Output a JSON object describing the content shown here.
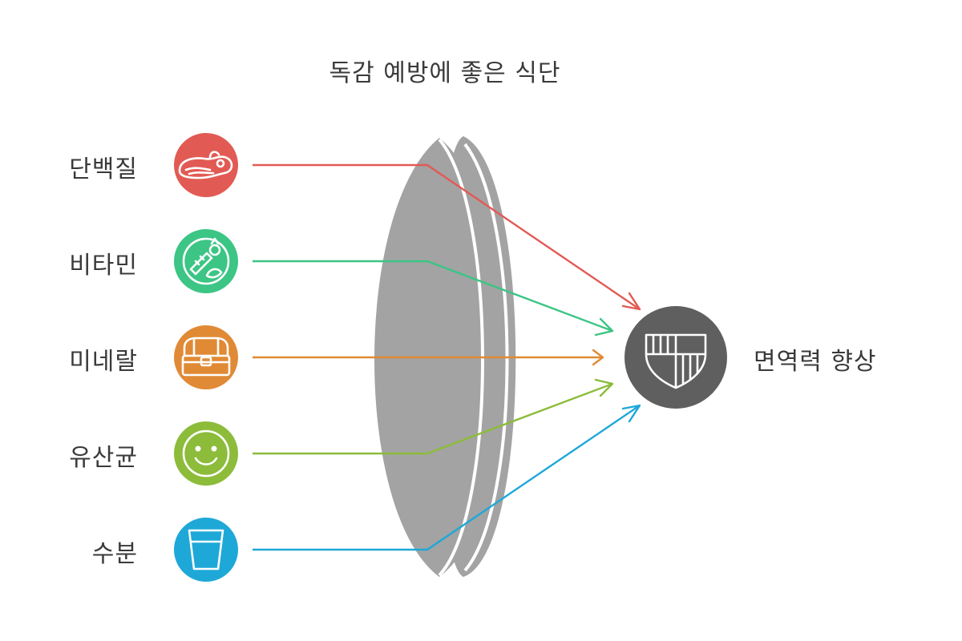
{
  "title": "독감 예방에 좋은 식단",
  "inputs": [
    {
      "label": "단백질",
      "color": "#e25a54",
      "icon": "steak-icon"
    },
    {
      "label": "비타민",
      "color": "#3cc585",
      "icon": "vegetables-icon"
    },
    {
      "label": "미네랄",
      "color": "#e08a35",
      "icon": "treasure-chest-icon"
    },
    {
      "label": "유산균",
      "color": "#8cbc3a",
      "icon": "smiley-icon"
    },
    {
      "label": "수분",
      "color": "#1ea8d8",
      "icon": "water-glass-icon"
    }
  ],
  "output": {
    "label": "면역력 향상",
    "color": "#5f5f5f",
    "icon": "shield-icon"
  },
  "lens_color": "#a3a3a3"
}
